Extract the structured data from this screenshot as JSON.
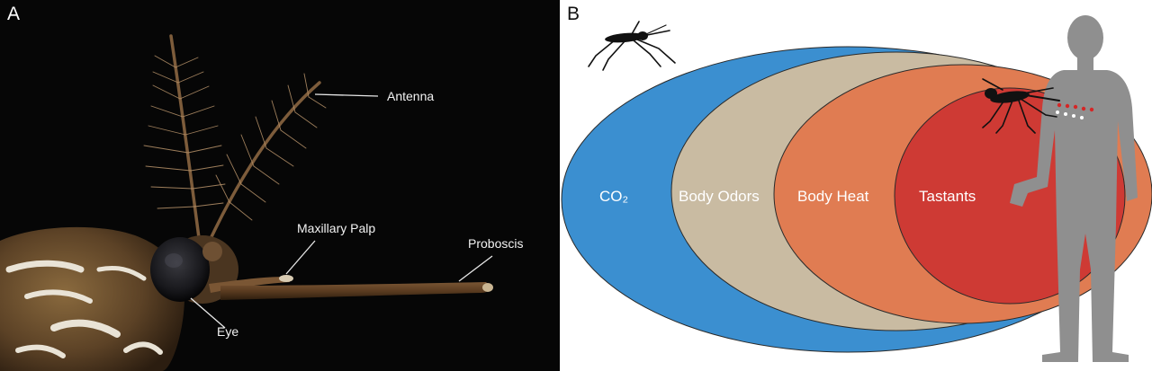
{
  "panel_a": {
    "letter": "A",
    "callouts": {
      "antenna": "Antenna",
      "maxillary_palp": "Maxillary Palp",
      "proboscis": "Proboscis",
      "eye": "Eye"
    }
  },
  "panel_b": {
    "letter": "B",
    "zones": [
      {
        "label": "CO₂",
        "color": "#3b8fd0"
      },
      {
        "label": "Body Odors",
        "color": "#c9bba2"
      },
      {
        "label": "Body Heat",
        "color": "#e07c52"
      },
      {
        "label": "Tastants",
        "color": "#ce3a34"
      }
    ],
    "colors": {
      "outline": "#2a2a2a",
      "silhouette": "#8f8f8f",
      "mosquito": "#111111",
      "dot_red": "#d52626",
      "dot_white": "#ffffff"
    }
  }
}
